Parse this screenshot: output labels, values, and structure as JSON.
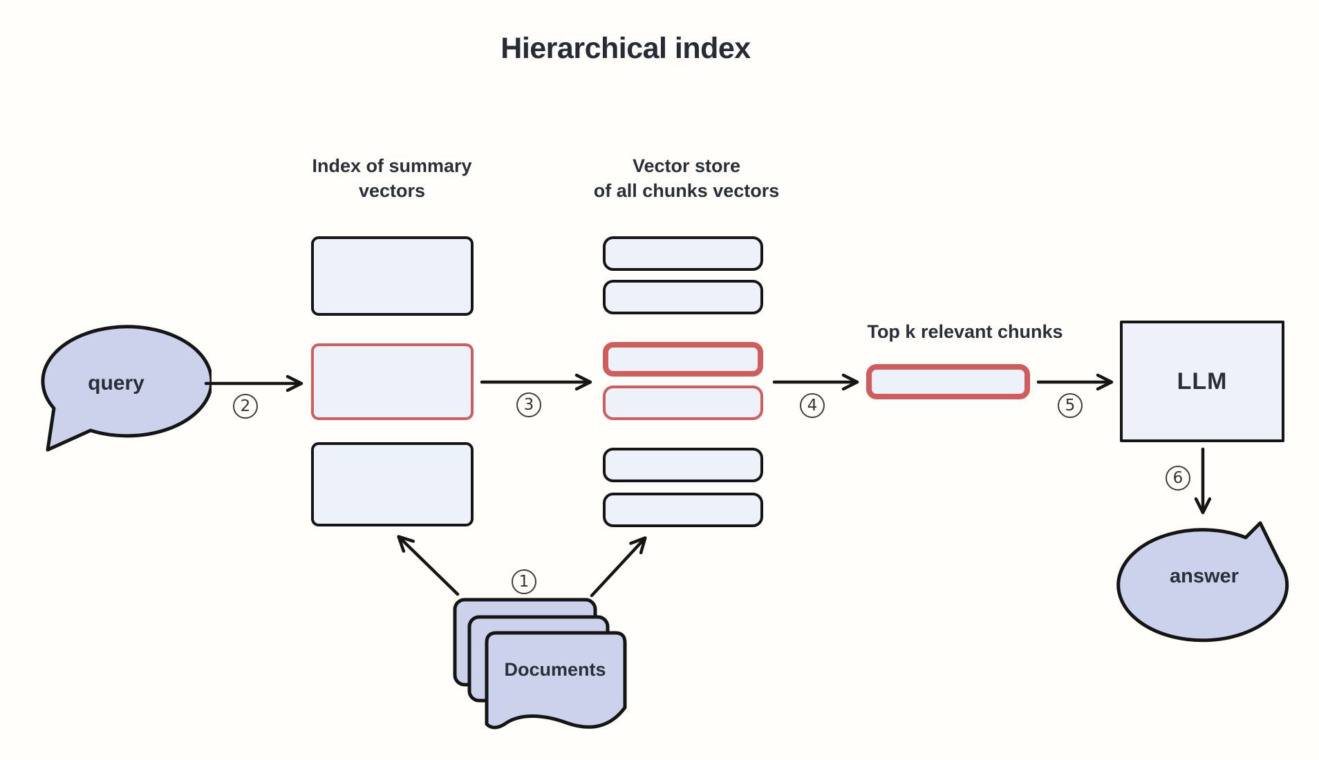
{
  "title": "Hierarchical index",
  "labels": {
    "summary_index": {
      "line1": "Index of summary",
      "line2": "vectors"
    },
    "vector_store": {
      "line1": "Vector store",
      "line2": "of all chunks vectors"
    },
    "top_k": "Top k relevant chunks"
  },
  "nodes": {
    "query": "query",
    "llm": "LLM",
    "answer": "answer",
    "documents": "Documents"
  },
  "steps": [
    "1",
    "2",
    "3",
    "4",
    "5",
    "6"
  ],
  "colors": {
    "background": "#fffefa",
    "outline_black": "#151515",
    "highlight_red": "#d05c5c",
    "node_fill": "#edf1fa",
    "bubble_fill": "#cdd2ec",
    "text": "#2a2e38"
  }
}
